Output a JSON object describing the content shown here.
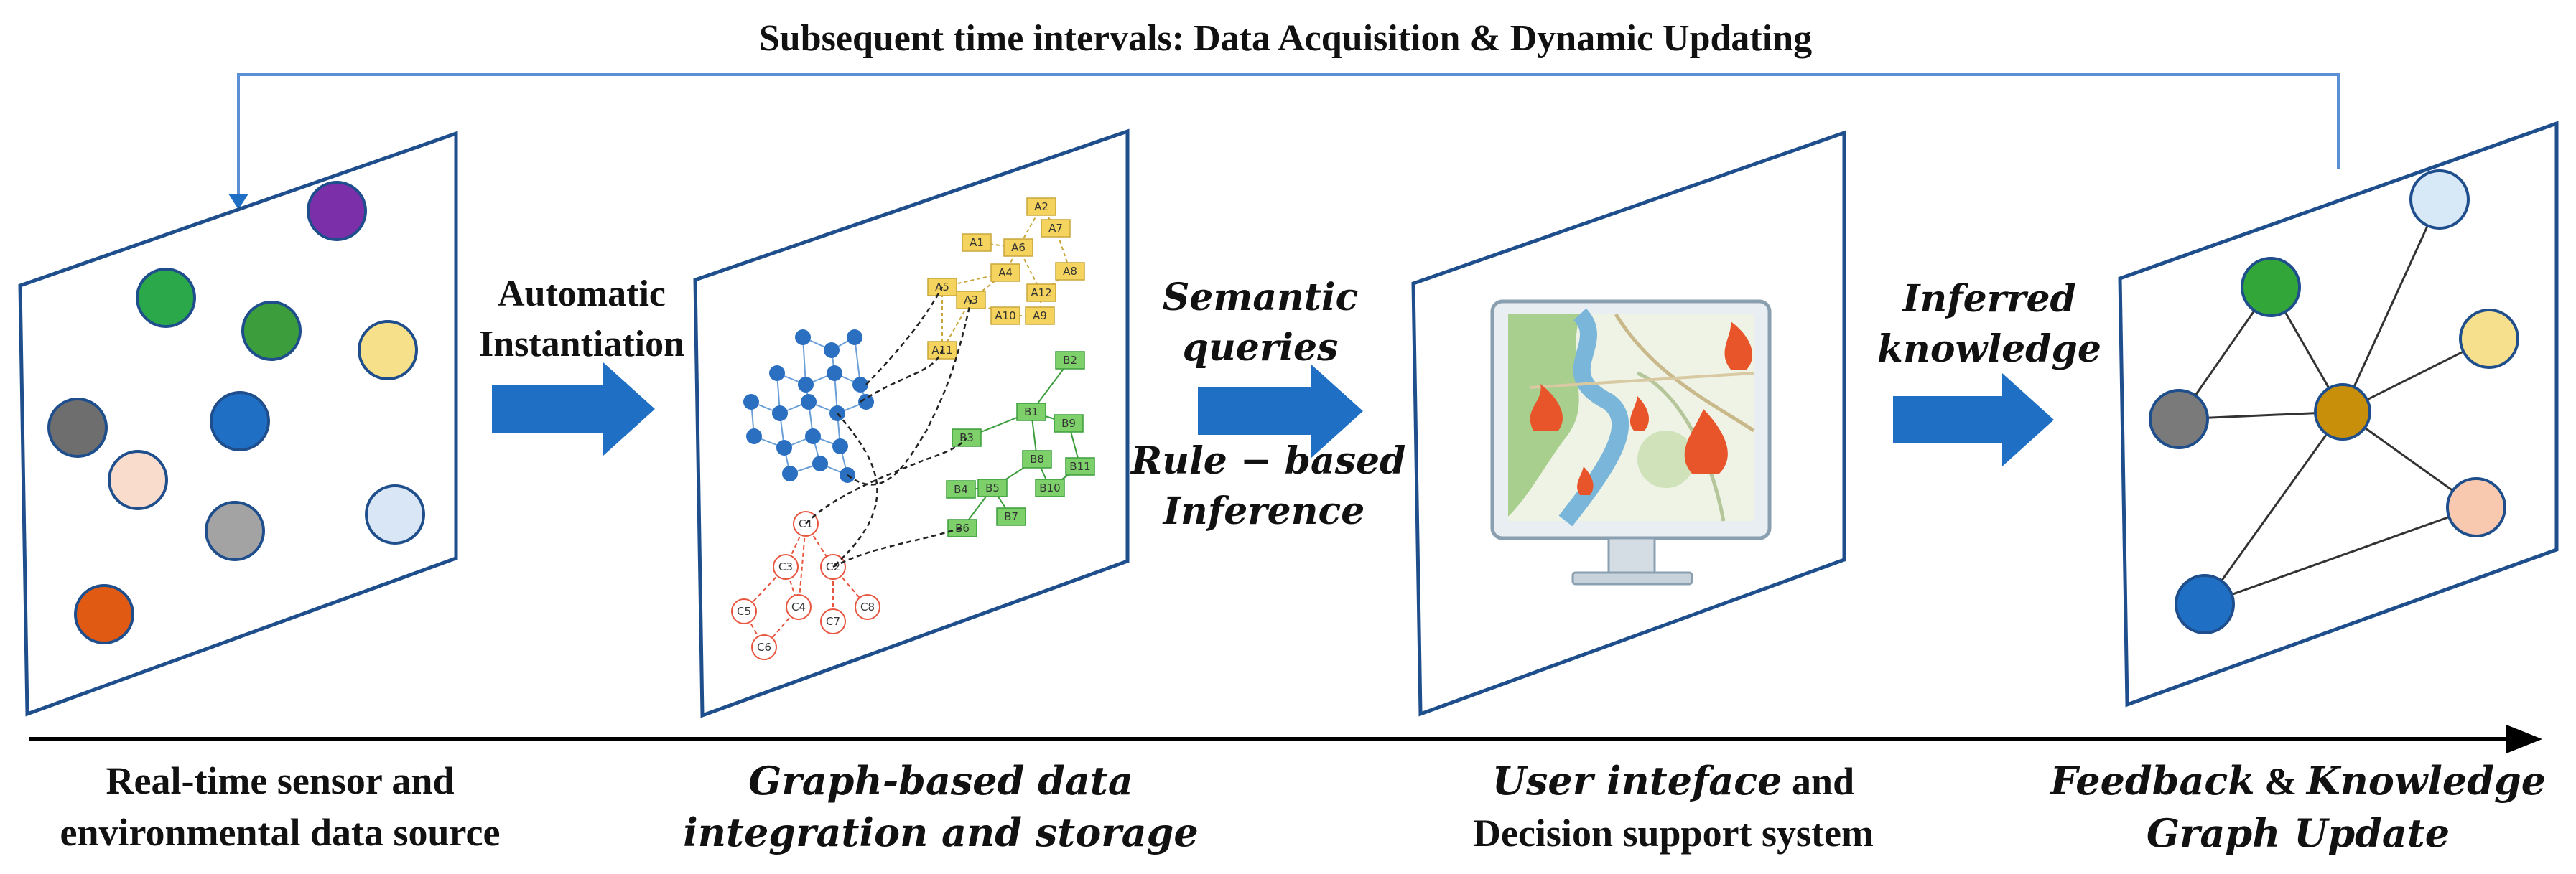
{
  "top_banner": "Subsequent time intervals: Data  Acquisition & Dynamic Updating",
  "arrows": {
    "step1": [
      "Automatic",
      "Instantiation"
    ],
    "step2_top": [
      "Semantic",
      "queries"
    ],
    "step2_bottom": [
      "Rule − based",
      "Inference"
    ],
    "step3": [
      "Inferred",
      "knowledge"
    ]
  },
  "captions": {
    "panel1": [
      "Real-time sensor and",
      "environmental data source"
    ],
    "panel2": [
      "Graph-based data",
      "integration and storage"
    ],
    "panel3_line1_italic": "User  inteface",
    "panel3_line1_rest": " and",
    "panel3_line2": "Decision support system",
    "panel4_line1_a": "Feedback",
    "panel4_line1_amp": " & ",
    "panel4_line1_b": "Knowledge",
    "panel4_line2": "Graph Update"
  },
  "graph_nodes": {
    "A": [
      "A1",
      "A2",
      "A3",
      "A4",
      "A5",
      "A6",
      "A7",
      "A8",
      "A9",
      "A10",
      "A11",
      "A12"
    ],
    "B": [
      "B1",
      "B2",
      "B3",
      "B4",
      "B5",
      "B6",
      "B7",
      "B8",
      "B9",
      "B10",
      "B11"
    ],
    "C": [
      "C1",
      "C2",
      "C3",
      "C4",
      "C5",
      "C6",
      "C7",
      "C8"
    ]
  },
  "colors": {
    "frame": "#1f4e8c",
    "arrow": "#1f6fc5",
    "feedback_line": "#5b8fd6",
    "node_A": "#f4d35e",
    "node_B": "#7ed06b",
    "node_C": "#e8553e",
    "node_blue": "#2a6fc0",
    "sensor_dots": [
      "#7b2fa8",
      "#2aa84a",
      "#3c9d3c",
      "#f7e08a",
      "#6e6e6e",
      "#1f6fc5",
      "#f9dccb",
      "#a3a3a3",
      "#d8e6f5",
      "#e05a14"
    ],
    "kg_dots": [
      "#d7e8f6",
      "#33a63a",
      "#f6e08e",
      "#7a7a7a",
      "#c8900a",
      "#f8c9ae",
      "#1f6fc5"
    ]
  }
}
